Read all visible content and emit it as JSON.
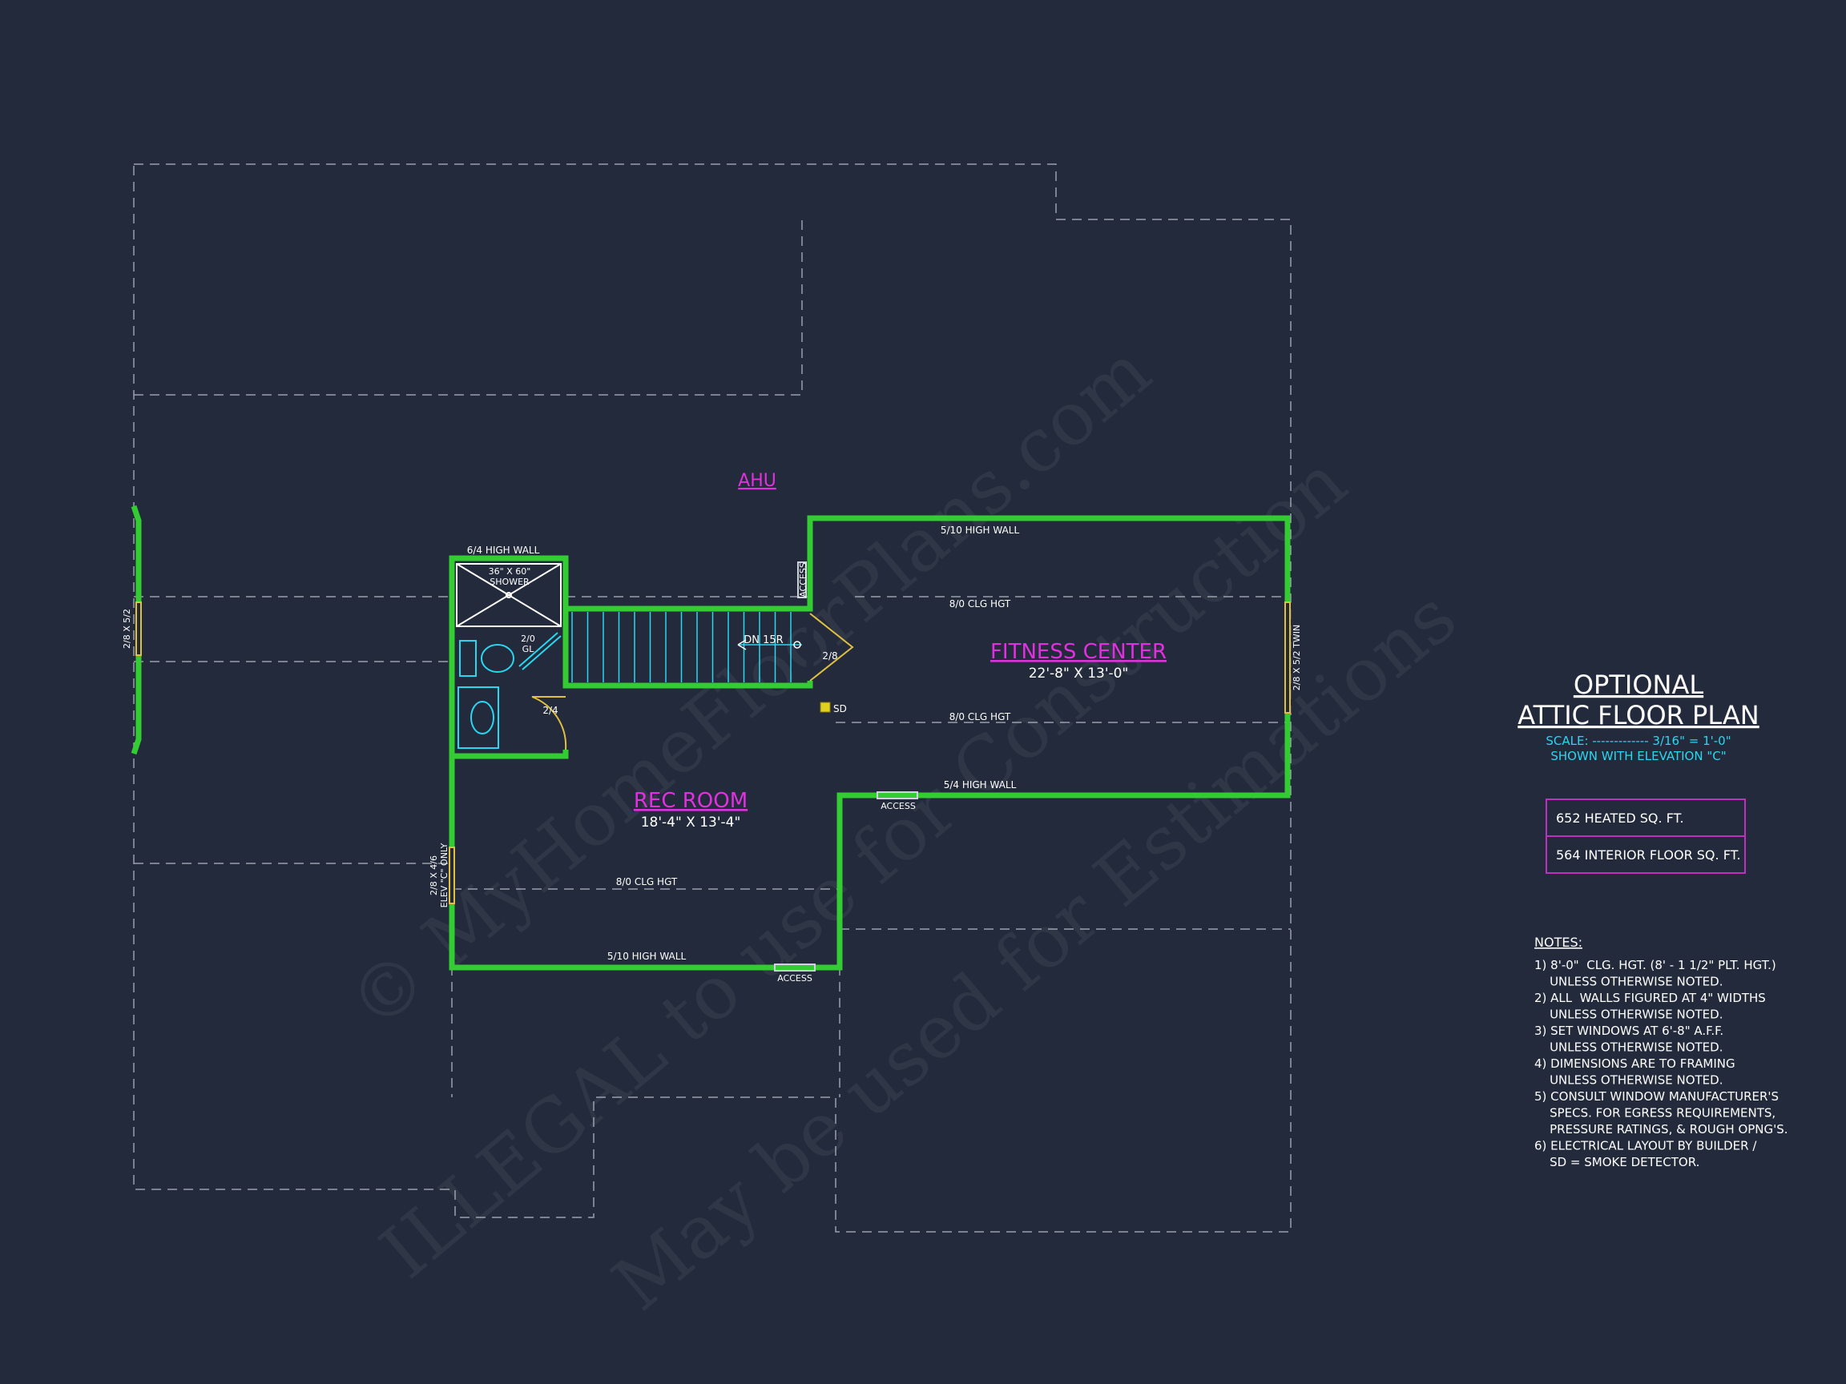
{
  "watermark": {
    "line1": "© MyHomeFloorPlans.com",
    "line2": "ILLEGAL to use for Construction",
    "line3": "May be used for Estimations"
  },
  "colors": {
    "background": "#232a3b",
    "wall": "#33cc33",
    "dashed_outline": "#9aa0ad",
    "room_label": "#e030e0",
    "scale_text": "#28d8f0",
    "stair": "#28d8f0",
    "text": "#ffffff",
    "smoke_detector": "#e0d020"
  },
  "labels": {
    "ahu": "AHU",
    "high_wall_6_4": "6/4 HIGH WALL",
    "shower_size": "36\" X 60\"",
    "shower": "SHOWER",
    "glass_2_0": "2/0",
    "glass_gl": "GL",
    "door_2_4": "2/4",
    "door_2_8": "2/8",
    "stair_dn": "DN 15R",
    "access": "ACCESS",
    "smoke_detector": "SD",
    "high_wall_5_10": "5/10 HIGH WALL",
    "high_wall_5_4": "5/4 HIGH WALL",
    "clg_hgt": "8/0 CLG HGT",
    "window_left": "2/8 X 5/2",
    "window_rec_room_1": "2/8 X 4/6",
    "window_rec_room_2": "ELEV \"C\" ONLY",
    "window_right": "2/8 X 5/2 TWIN"
  },
  "rooms": {
    "fitness_center": {
      "name": "FITNESS CENTER",
      "size": "22'-8\" X 13'-0\""
    },
    "rec_room": {
      "name": "REC ROOM",
      "size": "18'-4\" X 13'-4\""
    }
  },
  "title_block": {
    "line1": "OPTIONAL",
    "line2": "ATTIC FLOOR PLAN",
    "scale": "SCALE: ------------- 3/16\" = 1'-0\"",
    "elevation": "SHOWN WITH ELEVATION \"C\""
  },
  "sqft": {
    "heated": "652 HEATED SQ. FT.",
    "interior": "564 INTERIOR FLOOR SQ. FT."
  },
  "notes": {
    "heading": "NOTES:",
    "lines": [
      "1) 8'-0\"  CLG. HGT. (8' - 1 1/2\" PLT. HGT.)",
      "    UNLESS OTHERWISE NOTED.",
      "2) ALL  WALLS FIGURED AT 4\" WIDTHS",
      "    UNLESS OTHERWISE NOTED.",
      "3) SET WINDOWS AT 6'-8\" A.F.F.",
      "    UNLESS OTHERWISE NOTED.",
      "4) DIMENSIONS ARE TO FRAMING",
      "    UNLESS OTHERWISE NOTED.",
      "5) CONSULT WINDOW MANUFACTURER'S",
      "    SPECS. FOR EGRESS REQUIREMENTS,",
      "    PRESSURE RATINGS, & ROUGH OPNG'S.",
      "6) ELECTRICAL LAYOUT BY BUILDER /",
      "    SD = SMOKE DETECTOR."
    ]
  }
}
